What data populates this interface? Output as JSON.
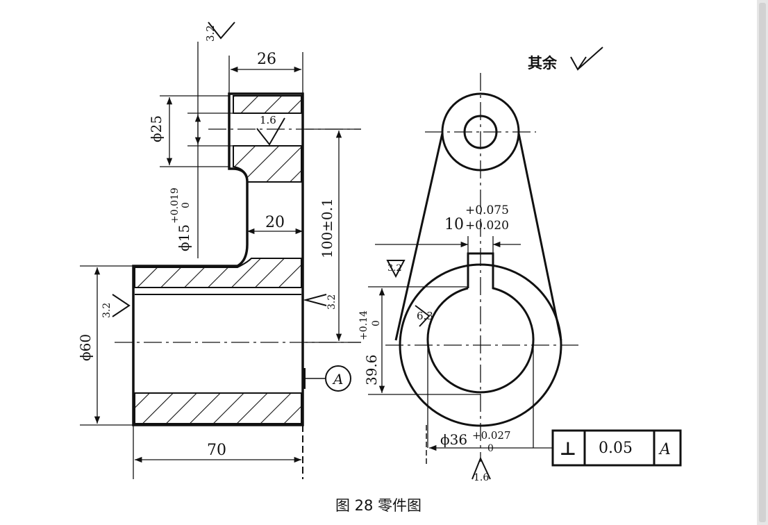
{
  "caption": "图 28 零件图",
  "surface_note": "其余",
  "colors": {
    "ink": "#111111",
    "background": "#ffffff"
  },
  "left_view": {
    "dim_top_width": "26",
    "dim_bore_diameter": "ϕ25",
    "roughness_bore": "1.6",
    "roughness_top": "3.2",
    "dim_small_hole_nominal": "ϕ15",
    "dim_small_hole_tol_upper": "+0.019",
    "dim_small_hole_tol_lower": "0",
    "dim_web": "20",
    "dim_center_distance": "100±0.1",
    "roughness_mid": "3.2",
    "roughness_left": "3.2",
    "dim_outer_diameter": "ϕ60",
    "dim_length": "70",
    "datum_label": "A"
  },
  "right_view": {
    "keyway_tol_upper": "+0.075",
    "keyway_nominal": "10",
    "keyway_tol_lower": "+0.020",
    "roughness_keyway": "3.2",
    "roughness_inner": "6.3",
    "dim_keyway_depth_nominal": "39.6",
    "dim_keyway_depth_tol_upper": "+0.14",
    "dim_keyway_depth_tol_lower": "0",
    "dim_bore_nominal": "ϕ36",
    "dim_bore_tol_upper": "+0.027",
    "dim_bore_tol_lower": "0",
    "roughness_bottom": "1.6",
    "fcf_symbol": "⊥",
    "fcf_tolerance": "0.05",
    "fcf_datum": "A"
  }
}
